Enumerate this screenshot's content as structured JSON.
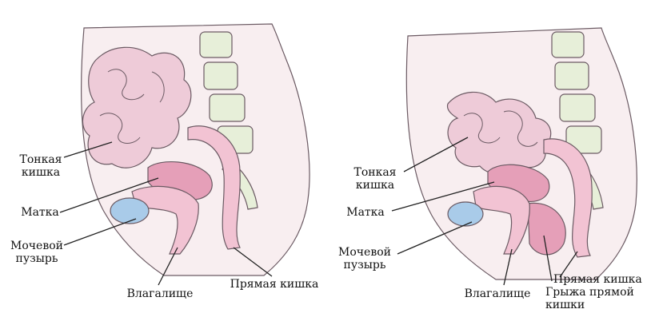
{
  "panels": [
    {
      "labels": {
        "small_intestine": "Тонкая кишка",
        "uterus": "Матка",
        "bladder": "Мочевой пузырь",
        "vagina": "Влагалище",
        "rectum": "Прямая кишка"
      }
    },
    {
      "labels": {
        "small_intestine": "Тонкая кишка",
        "uterus": "Матка",
        "bladder": "Мочевой пузырь",
        "vagina": "Влагалище",
        "rectum": "Прямая кишка",
        "rectocele": "Грыжа прямой кишки"
      }
    }
  ],
  "colors": {
    "skin": "#f8eef0",
    "intestine": "#eecbd8",
    "intestine_stroke": "#6b5a63",
    "pink": "#f2c3d3",
    "deep_pink": "#e59fb8",
    "bladder": "#a9cbe9",
    "spine": "#e7efd9",
    "line": "#222222"
  }
}
